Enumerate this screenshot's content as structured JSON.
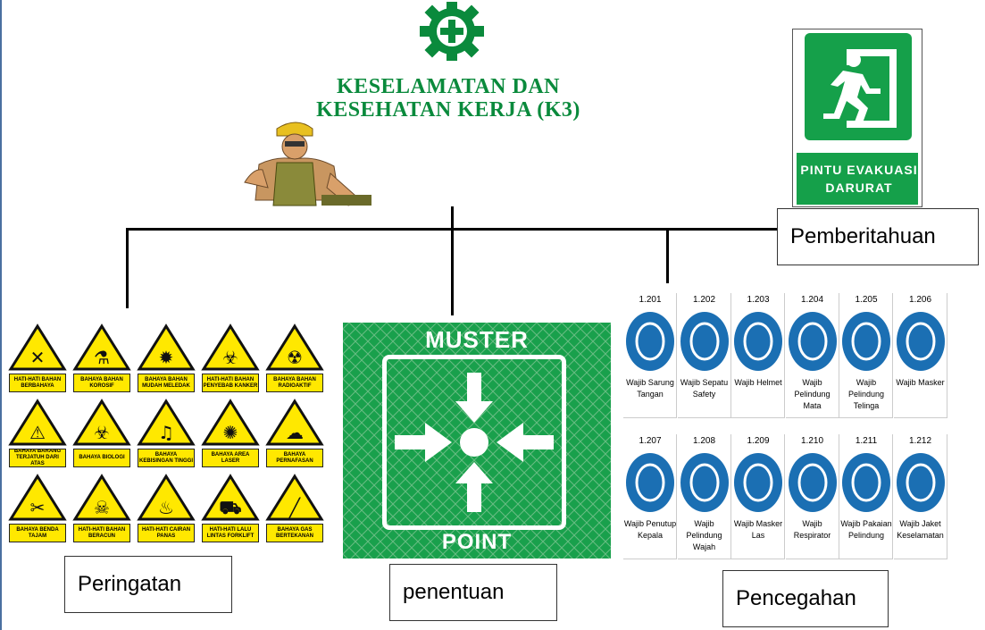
{
  "header": {
    "title_line1": "KESELAMATAN DAN",
    "title_line2": "KESEHATAN KERJA (K3)"
  },
  "colors": {
    "green": "#0a8a3c",
    "yellow": "#ffe800",
    "blue": "#1b6fb3",
    "sign_green": "#15a04a"
  },
  "icons": [
    "gear-cross-icon",
    "worker-icon",
    "running-man-icon",
    "arrows-muster-icon"
  ],
  "exit_sign": {
    "line1": "PINTU EVAKUASI",
    "line2": "DARURAT"
  },
  "muster_sign": {
    "top": "MUSTER",
    "bottom": "POINT"
  },
  "labels": {
    "pemberitahuan": "Pemberitahuan",
    "peringatan": "Peringatan",
    "penentuan": "penentuan",
    "pencegahan": "Pencegahan"
  },
  "warnings": [
    {
      "text": "HATI-HATI BAHAN BERBAHAYA",
      "symbol": "✕"
    },
    {
      "text": "BAHAYA BAHAN KOROSIF",
      "symbol": "⚗"
    },
    {
      "text": "BAHAYA BAHAN MUDAH MELEDAK",
      "symbol": "✹"
    },
    {
      "text": "HATI-HATI BAHAN PENYEBAB KANKER",
      "symbol": "☣"
    },
    {
      "text": "BAHAYA BAHAN RADIOAKTIF",
      "symbol": "☢"
    },
    {
      "text": "BAHAYA BARANG TERJATUH DARI ATAS",
      "symbol": "⚠"
    },
    {
      "text": "BAHAYA BIOLOGI",
      "symbol": "☣"
    },
    {
      "text": "BAHAYA KEBISINGAN TINGGI",
      "symbol": "♫"
    },
    {
      "text": "BAHAYA AREA LASER",
      "symbol": "✺"
    },
    {
      "text": "BAHAYA PERNAFASAN",
      "symbol": "☁"
    },
    {
      "text": "BAHAYA BENDA TAJAM",
      "symbol": "✂"
    },
    {
      "text": "HATI-HATI BAHAN BERACUN",
      "symbol": "☠"
    },
    {
      "text": "HATI-HATI CAIRAN PANAS",
      "symbol": "♨"
    },
    {
      "text": "HATI-HATI LALU LINTAS FORKLIFT",
      "symbol": "⛟"
    },
    {
      "text": "BAHAYA GAS BERTEKANAN",
      "symbol": "╱"
    }
  ],
  "mandatory": [
    {
      "num": "1.201",
      "caption": "Wajib Sarung Tangan"
    },
    {
      "num": "1.202",
      "caption": "Wajib Sepatu Safety"
    },
    {
      "num": "1.203",
      "caption": "Wajib Helmet"
    },
    {
      "num": "1.204",
      "caption": "Wajib Pelindung Mata"
    },
    {
      "num": "1.205",
      "caption": "Wajib Pelindung Telinga"
    },
    {
      "num": "1.206",
      "caption": "Wajib Masker"
    },
    {
      "num": "1.207",
      "caption": "Wajib Penutup Kepala"
    },
    {
      "num": "1.208",
      "caption": "Wajib Pelindung Wajah"
    },
    {
      "num": "1.209",
      "caption": "Wajib Masker Las"
    },
    {
      "num": "1.210",
      "caption": "Wajib Respirator"
    },
    {
      "num": "1.211",
      "caption": "Wajib Pakaian Pelindung"
    },
    {
      "num": "1.212",
      "caption": "Wajib Jaket Keselamatan"
    }
  ]
}
